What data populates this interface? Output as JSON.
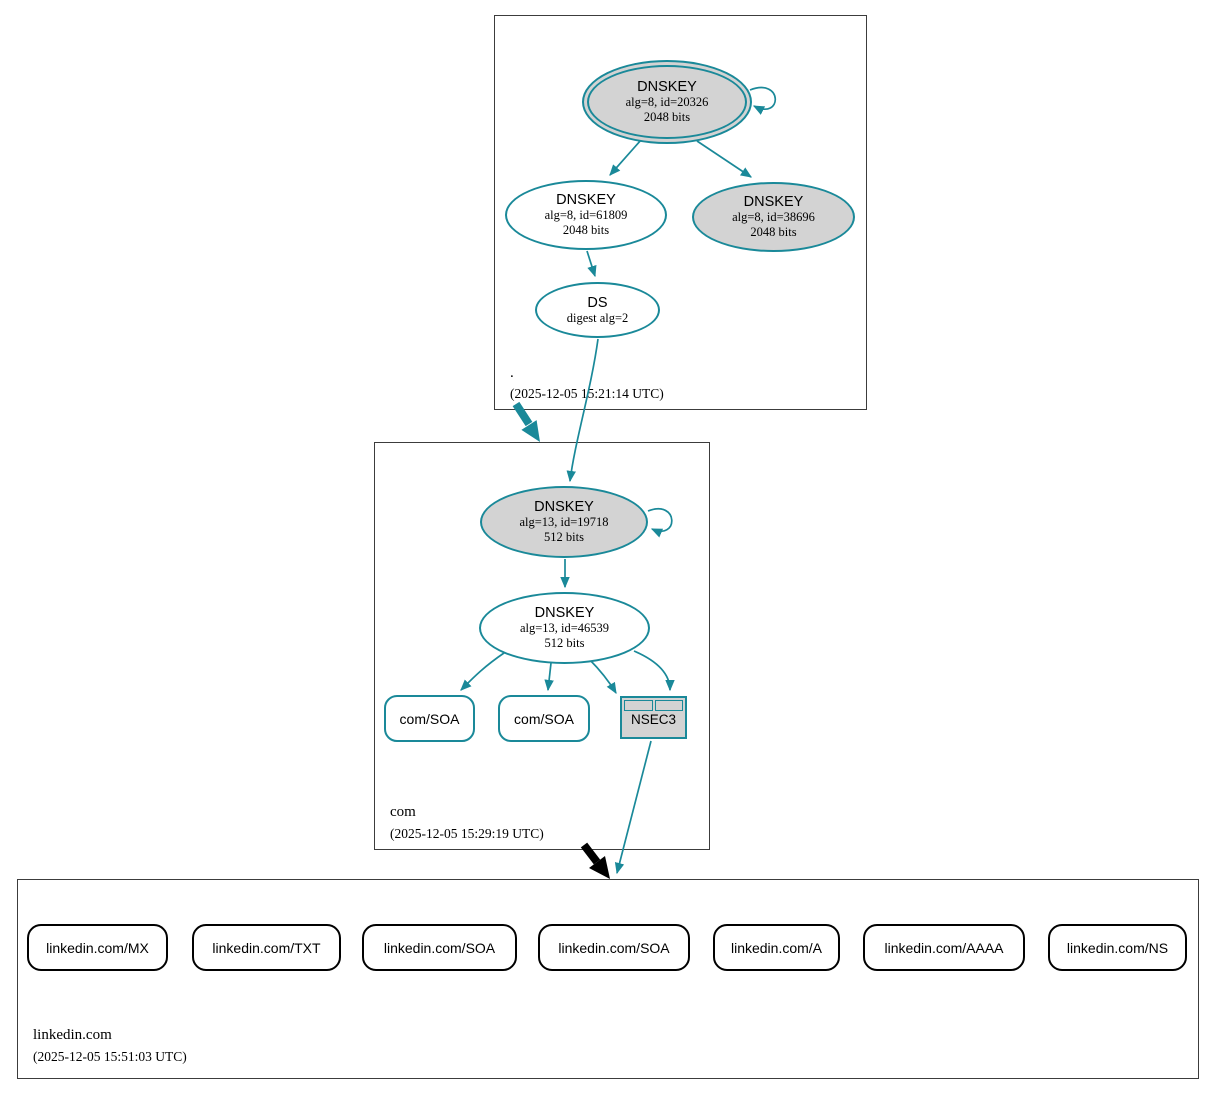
{
  "colors": {
    "teal": "#1a8999",
    "gray": "#d3d3d3",
    "box_border": "#3c3c3c",
    "text": "#000000"
  },
  "zones": {
    "root": {
      "label": ".",
      "timestamp": "(2025-12-05 15:21:14 UTC)",
      "nodes": {
        "ksk": {
          "title": "DNSKEY",
          "line1": "alg=8, id=20326",
          "line2": "2048 bits"
        },
        "zsk": {
          "title": "DNSKEY",
          "line1": "alg=8, id=61809",
          "line2": "2048 bits"
        },
        "key2": {
          "title": "DNSKEY",
          "line1": "alg=8, id=38696",
          "line2": "2048 bits"
        },
        "ds": {
          "title": "DS",
          "line1": "digest alg=2"
        }
      }
    },
    "com": {
      "label": "com",
      "timestamp": "(2025-12-05 15:29:19 UTC)",
      "nodes": {
        "ksk": {
          "title": "DNSKEY",
          "line1": "alg=13, id=19718",
          "line2": "512 bits"
        },
        "zsk": {
          "title": "DNSKEY",
          "line1": "alg=13, id=46539",
          "line2": "512 bits"
        },
        "soa1": {
          "label": "com/SOA"
        },
        "soa2": {
          "label": "com/SOA"
        },
        "nsec3": {
          "label": "NSEC3"
        }
      }
    },
    "linkedin": {
      "label": "linkedin.com",
      "timestamp": "(2025-12-05 15:51:03 UTC)",
      "rrsets": [
        "linkedin.com/MX",
        "linkedin.com/TXT",
        "linkedin.com/SOA",
        "linkedin.com/SOA",
        "linkedin.com/A",
        "linkedin.com/AAAA",
        "linkedin.com/NS"
      ]
    }
  }
}
